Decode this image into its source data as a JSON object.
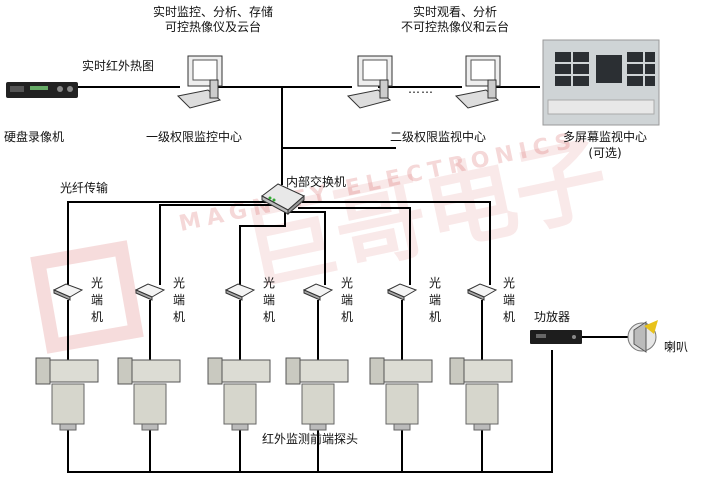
{
  "labels": {
    "top_left_desc_line1": "实时监控、分析、存储",
    "top_left_desc_line2": "可控热像仪及云台",
    "top_right_desc_line1": "实时观看、分析",
    "top_right_desc_line2": "不可控热像仪和云台",
    "ir_image": "实时红外热图",
    "dvr": "硬盘录像机",
    "level1_center": "一级权限监控中心",
    "level2_center": "二级权限监视中心",
    "multiscreen_line1": "多屏幕监视中心",
    "multiscreen_line2": "(可选)",
    "ellipsis": "……",
    "switch": "内部交换机",
    "fiber": "光纤传输",
    "amplifier": "功放器",
    "speaker": "喇叭",
    "front_probe": "红外监测前端探头",
    "optical_terminal": "光端机"
  },
  "watermark": {
    "text": "MAGNITY ELECTRONICS",
    "cn": "巨哥电子"
  },
  "colors": {
    "wire": "#000000",
    "watermark": "#c82828"
  }
}
